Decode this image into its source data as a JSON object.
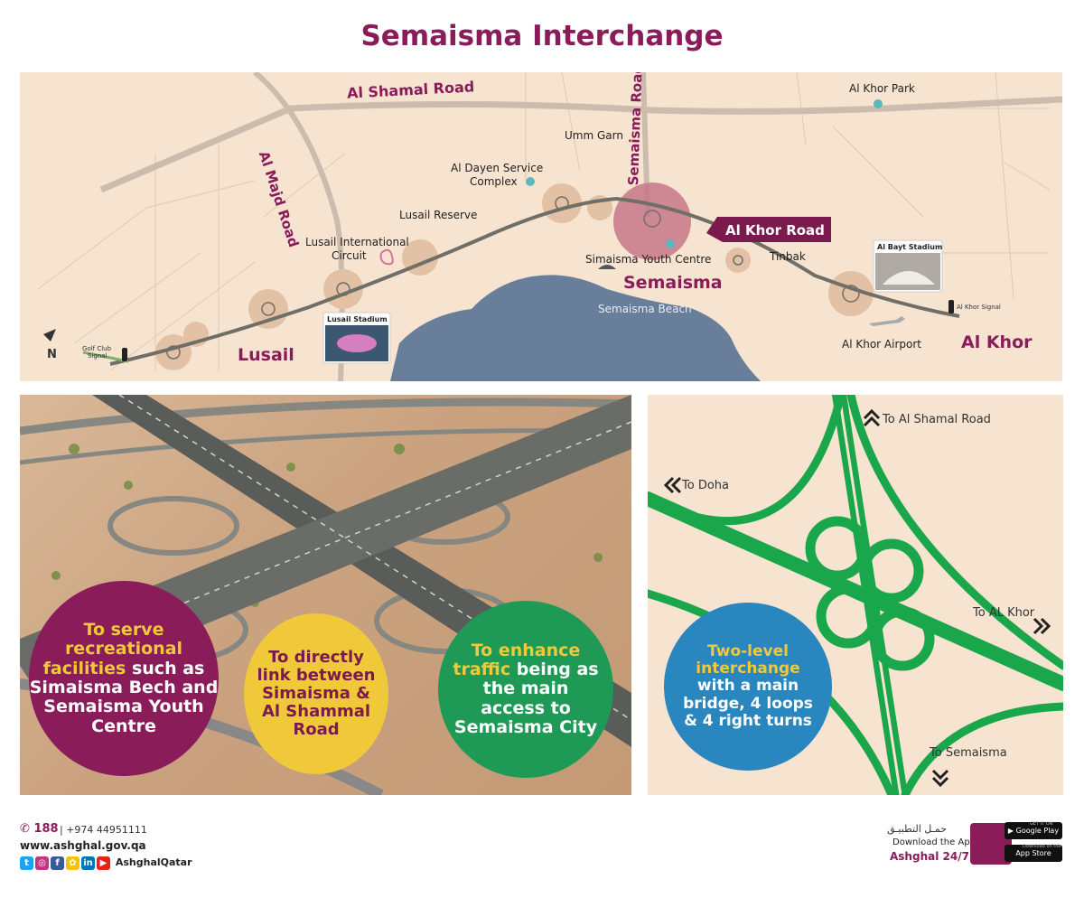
{
  "title": "Semaisma Interchange",
  "map": {
    "roads": {
      "al_shamal": "Al Shamal Road",
      "al_majd": "Al Majd Road",
      "semaisma": "Semaisma Road",
      "al_khor_callout": "Al Khor Road"
    },
    "labels": {
      "al_khor_park": "Al Khor Park",
      "umm_garn": "Umm Garn",
      "al_dayen_1": "Al Dayen Service",
      "al_dayen_2": "Complex",
      "lusail_reserve": "Lusail Reserve",
      "lic_1": "Lusail International",
      "lic_2": "Circuit",
      "simaisma_youth": "Simaisma Youth Centre",
      "tinbak": "Tinbak",
      "semaisma_town": "Semaisma",
      "semaisma_beach": "Semaisma Beach",
      "al_khor_airport": "Al Khor Airport",
      "al_khor_town": "Al Khor",
      "lusail_town": "Lusail",
      "golf_1": "Golf Club",
      "golf_2": "Signal",
      "al_khor_signal": "Al Khor Signal",
      "north": "N"
    },
    "stadiums": {
      "lusail": "Lusail Stadium",
      "al_bayt": "Al Bayt Stadium"
    }
  },
  "photo": {
    "circles": {
      "c1_hl": "To serve recreational facilities",
      "c1_rest": "such as Simaisma Bech and Semaisma Youth Centre",
      "c2": "To directly link between Simaisma & Al Shammal Road",
      "c3_hl": "To enhance traffic",
      "c3_rest": "being as the main access to Semaisma City"
    }
  },
  "diagram": {
    "to_shamal": "To Al Shamal Road",
    "to_doha": "To Doha",
    "to_alkhor": "To AL Khor",
    "to_semaisma": "To Semaisma",
    "circle_hl": "Two-level interchange",
    "circle_rest": "with a main bridge, 4 loops & 4 right turns"
  },
  "footer": {
    "hotline": "188",
    "phone": "+974 44951111",
    "website": "www.ashghal.gov.qa",
    "handle": "AshghalQatar",
    "arabic": "حمـل التطبيـق",
    "download": "Download the App.",
    "app_name": "Ashghal 24/7",
    "google_play": "Google Play",
    "app_store": "App Store",
    "get_it_on": "GET IT ON",
    "download_on": "Download on the"
  },
  "colors": {
    "brand": "#8a1c5a",
    "map_bg": "#f6e3d0",
    "sea": "#687e9a",
    "road": "#7a7a72",
    "green_road": "#1aa64a",
    "circle_purple": "#8a1c5a",
    "circle_yellow": "#f0c93a",
    "circle_green": "#1f9a56",
    "circle_blue": "#2a86bf"
  }
}
